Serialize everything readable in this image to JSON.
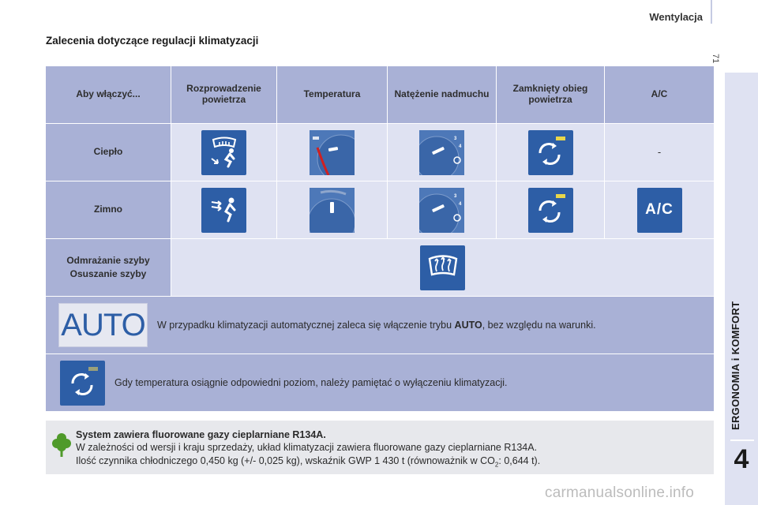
{
  "header": {
    "section": "Wentylacja",
    "page_number": "71"
  },
  "sidebar": {
    "chapter_label": "ERGONOMIA i KOMFORT",
    "chapter_number": "4"
  },
  "title": "Zalecenia dotyczące regulacji klimatyzacji",
  "table": {
    "columns": [
      "Aby włączyć...",
      "Rozprowadzenie powietrza",
      "Temperatura",
      "Natężenie nadmuchu",
      "Zamknięty obieg powietrza",
      "A/C"
    ],
    "rows": {
      "heat": {
        "label": "Ciepło",
        "ac": "-"
      },
      "cold": {
        "label": "Zimno",
        "ac_icon_text": "A/C"
      },
      "defrost": {
        "label_1": "Odmrażanie szyby",
        "label_2": "Osuszanie szyby"
      }
    }
  },
  "auto_row": {
    "button_text": "AUTO",
    "text_before": "W przypadku klimatyzacji automatycznej zaleca się włączenie trybu ",
    "text_bold": "AUTO",
    "text_after": ", bez względu na warunki."
  },
  "recirc_row": {
    "text": "Gdy temperatura osiągnie odpowiedni poziom, należy pamiętać o wyłączeniu klimatyzacji."
  },
  "note": {
    "title": "System zawiera fluorowane gazy cieplarniane R134A.",
    "line1": "W zależności od wersji i kraju sprzedaży, układ klimatyzacji zawiera fluorowane gazy cieplarniane R134A.",
    "line2_a": "Ilość czynnika chłodniczego 0,450 kg (+/- 0,025 kg), wskaźnik GWP 1 430 t (równoważnik w CO",
    "line2_sub": "2",
    "line2_b": ": 0,644 t)."
  },
  "icons": {
    "distribution_heat": "windscreen-feet-air-icon",
    "distribution_cold": "face-air-icon",
    "temperature_dial": "temperature-dial-icon",
    "fan_dial": "fan-speed-dial-icon",
    "recirculation": "air-recirculation-icon",
    "ac": "ac-button-icon",
    "defrost": "windscreen-defrost-icon",
    "note": "environment-tree-icon"
  },
  "colors": {
    "dark_band": "#a9b1d6",
    "light_band": "#dfe2f2",
    "icon_blue": "#2d5ea6",
    "note_green": "#4f9a2a"
  },
  "watermark": "carmanualsonline.info"
}
